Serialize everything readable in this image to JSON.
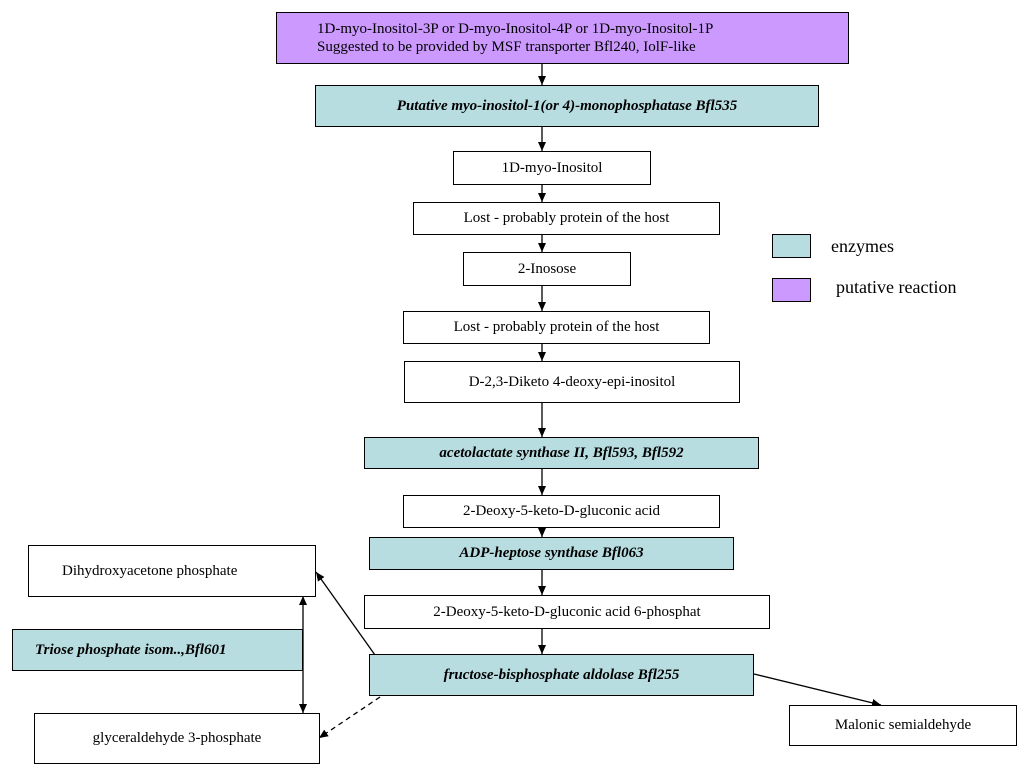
{
  "top": {
    "line1": "1D-myo-Inositol-3P or D-myo-Inositol-4P or 1D-myo-Inositol-1P",
    "line2": "Suggested to be provided by  MSF transporter Bfl240, IolF-like"
  },
  "nodes": {
    "monophosphatase": "Putative myo-inositol-1(or 4)-monophosphatase Bfl535",
    "inositol": "1D-myo-Inositol",
    "lost1": "Lost - probably protein of the host",
    "inosose": "2-Inosose",
    "lost2": "Lost - probably protein of the host",
    "diketo": "D-2,3-Diketo 4-deoxy-epi-inositol",
    "acetolactate": "acetolactate synthase II, Bfl593, Bfl592",
    "gluconic": "2-Deoxy-5-keto-D-gluconic acid",
    "adp_heptose": "ADP-heptose synthase Bfl063",
    "gluconic_6p": "2-Deoxy-5-keto-D-gluconic acid 6-phosphat",
    "aldolase": "fructose-bisphosphate aldolase Bfl255",
    "dhap": "Dihydroxyacetone phosphate",
    "triose_isom": "Triose phosphate isom..,Bfl601",
    "g3p": "glyceraldehyde 3-phosphate",
    "malonic": "Malonic semialdehyde"
  },
  "legend": {
    "enzymes": "enzymes",
    "putative": "putative reaction"
  },
  "colors": {
    "enzyme": "#b8dde1",
    "putative": "#cc99ff"
  }
}
